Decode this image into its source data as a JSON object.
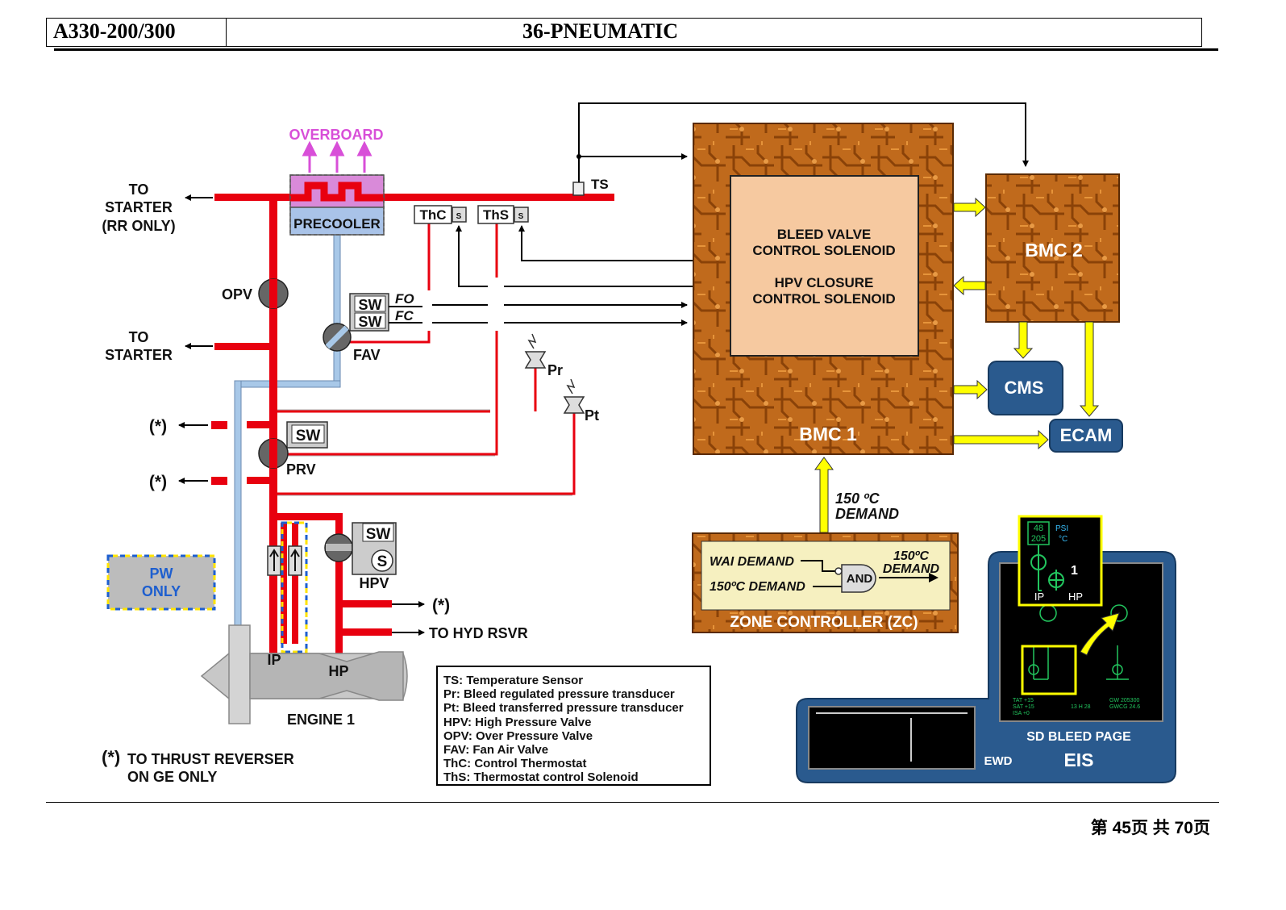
{
  "header": {
    "model": "A330-200/300",
    "chapter": "36-PNEUMATIC"
  },
  "footer": {
    "page": "第 45页  共 70页"
  },
  "diagram": {
    "overboard": "OVERBOARD",
    "to_starter_rr": [
      "TO",
      "STARTER",
      "(RR ONLY)"
    ],
    "precooler": "PRECOOLER",
    "ts": "TS",
    "thc": "ThC",
    "ths": "ThS",
    "s": "S",
    "opv": "OPV",
    "to_starter": [
      "TO",
      "STARTER"
    ],
    "sw": "SW",
    "fo": "FO",
    "fc": "FC",
    "fav": "FAV",
    "pr": "Pr",
    "pt": "Pt",
    "star": "(*)",
    "prv": "PRV",
    "pw_only": [
      "PW",
      "ONLY"
    ],
    "hpv": "HPV",
    "to_hyd_rsvr": "TO HYD RSVR",
    "ip": "IP",
    "hp": "HP",
    "engine": "ENGINE 1",
    "thrust_reverser": [
      "TO THRUST REVERSER",
      "ON GE ONLY"
    ],
    "bmc_box": [
      "BLEED VALVE",
      "CONTROL SOLENOID",
      "HPV CLOSURE",
      "CONTROL SOLENOID"
    ],
    "bmc1": "BMC 1",
    "bmc2": "BMC 2",
    "cms": "CMS",
    "ecam": "ECAM",
    "demand": [
      "150 ºC",
      "DEMAND"
    ],
    "zone": {
      "wai": "WAI DEMAND",
      "c150": "150ºC DEMAND",
      "and": "AND",
      "out": [
        "150ºC",
        "DEMAND"
      ],
      "title": "ZONE CONTROLLER (ZC)"
    },
    "legend": [
      "TS: Temperature Sensor",
      "Pr: Bleed regulated pressure transducer",
      "Pt: Bleed transferred pressure transducer",
      "HPV: High Pressure Valve",
      "OPV: Over Pressure Valve",
      "FAV: Fan  Air Valve",
      "ThC: Control Thermostat",
      "ThS: Thermostat control Solenoid"
    ],
    "eis": {
      "sd_bleed": "SD BLEED PAGE",
      "ewd": "EWD",
      "eis": "EIS",
      "inset": {
        "v1": "48",
        "v2": "205",
        "psi": "PSI",
        "degc": "°C",
        "one": "1",
        "ip": "IP",
        "hp": "HP"
      }
    }
  },
  "colors": {
    "bleed": "#e8000f",
    "fan_air": "#a8c8e8",
    "bmc": "#c06a1c",
    "box": "#f6c9a0",
    "blue": "#2a5a8e",
    "yellow": "#ffff00",
    "overboard": "#d84fd8"
  }
}
